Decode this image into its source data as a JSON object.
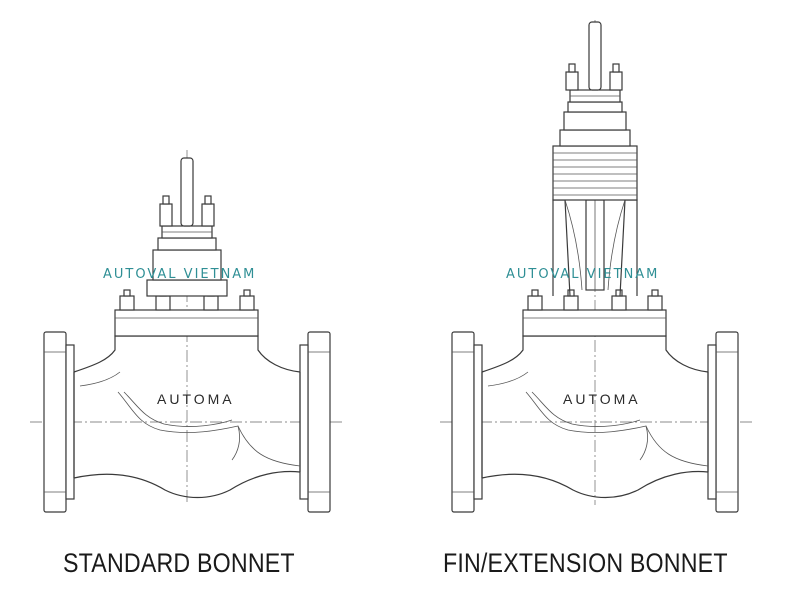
{
  "figure": {
    "left_caption": "STANDARD BONNET",
    "right_caption": "FIN/EXTENSION BONNET",
    "watermark_left": "AUTOVAL VIETNAM",
    "watermark_right": "AUTOVAL VIETNAM",
    "body_marking_left": "AUTOMA",
    "body_marking_right": "AUTOMA"
  }
}
